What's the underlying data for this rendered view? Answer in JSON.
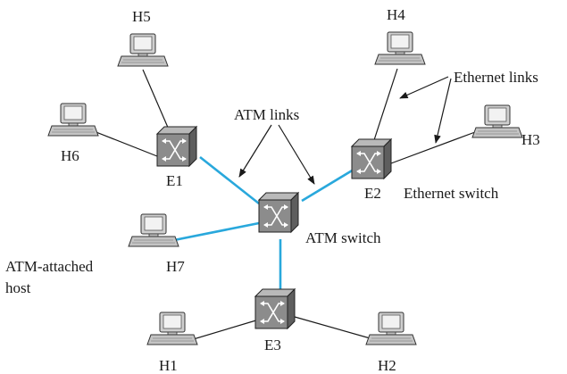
{
  "hosts": {
    "h1": "H1",
    "h2": "H2",
    "h3": "H3",
    "h4": "H4",
    "h5": "H5",
    "h6": "H6",
    "h7": "H7"
  },
  "switches": {
    "e1": "E1",
    "e2": "E2",
    "e3": "E3"
  },
  "labels": {
    "atm_links": "ATM links",
    "ethernet_links": "Ethernet links",
    "ethernet_switch": "Ethernet switch",
    "atm_switch": "ATM switch",
    "atm_attached_line1": "ATM-attached",
    "atm_attached_line2": "host"
  },
  "colors": {
    "atm_link": "#29a8dc",
    "ethernet_link": "#1a1a1a",
    "switch_body": "#8a8a8a",
    "computer_body": "#c8c8c8"
  }
}
